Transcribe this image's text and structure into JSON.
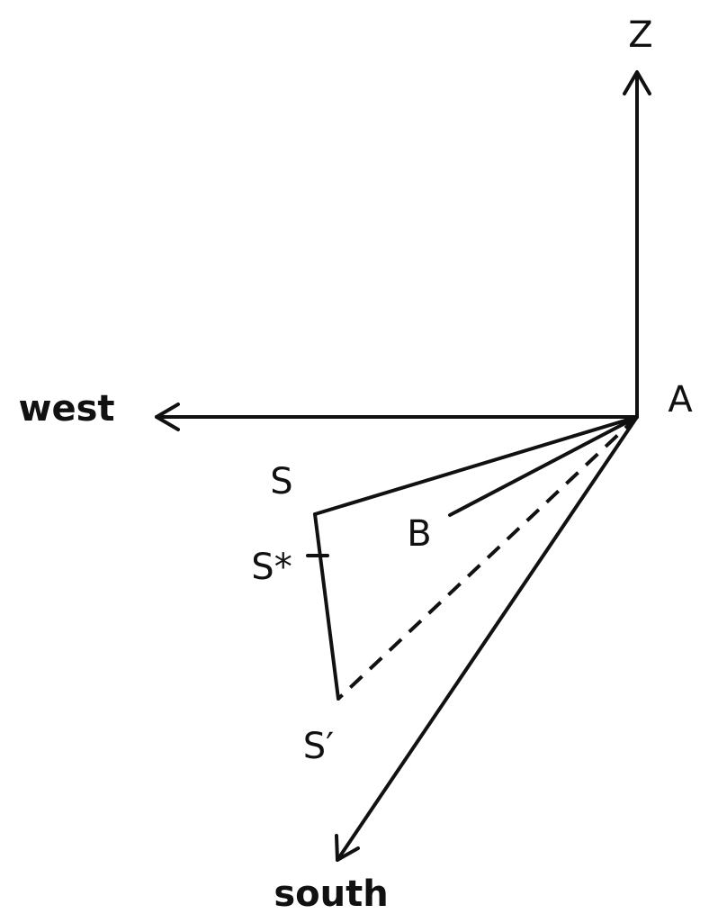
{
  "labels": {
    "z": "Z",
    "a": "A",
    "west": "west",
    "south": "south",
    "s": "S",
    "s_star": "S*",
    "s_prime": "S′",
    "b": "B"
  }
}
